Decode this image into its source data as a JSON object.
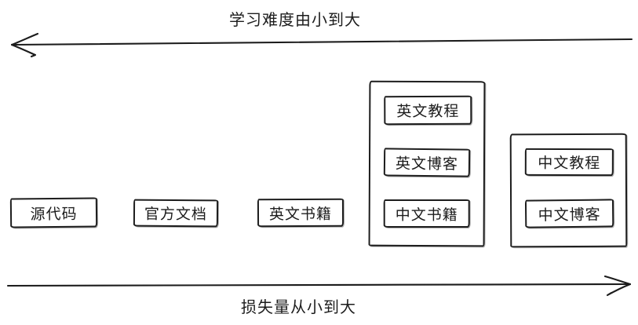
{
  "diagram": {
    "top_axis": {
      "label": "学习难度由小到大",
      "direction": "left"
    },
    "bottom_axis": {
      "label": "损失量从小到大",
      "direction": "right"
    },
    "boxes": {
      "source_code": "源代码",
      "official_docs": "官方文档",
      "english_books": "英文书籍",
      "english_tutorials": "英文教程",
      "english_blogs": "英文博客",
      "chinese_books": "中文书籍",
      "chinese_tutorials": "中文教程",
      "chinese_blogs": "中文博客"
    },
    "colors": {
      "stroke": "#1c1c1c",
      "background": "#ffffff"
    }
  }
}
